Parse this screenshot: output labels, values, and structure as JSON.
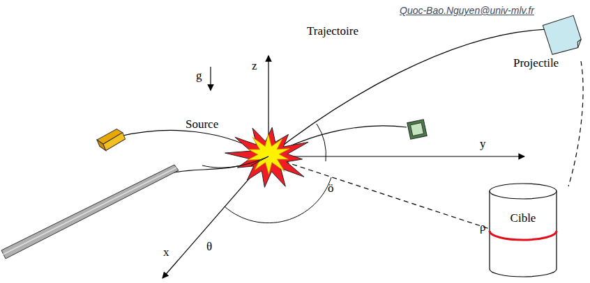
{
  "diagram": {
    "nodes": [
      {
        "text": [
          "Cible"
        ]
      }
    ],
    "labels": [
      "Quoc-Bao.Nguyen@univ-mlv.fr",
      "z",
      "g",
      "Trajectoire",
      "Projectile",
      "Source",
      "y",
      "ö",
      "x",
      "θ",
      "ρ"
    ]
  }
}
